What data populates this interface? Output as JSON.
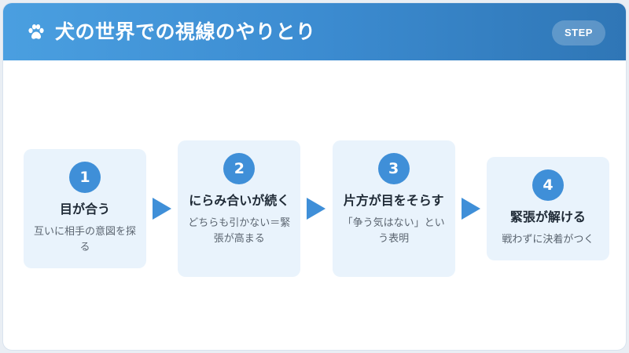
{
  "header": {
    "icon": "paw-icon",
    "title": "犬の世界での視線のやりとり",
    "badge": "STEP"
  },
  "colors": {
    "accent": "#3f8fd8",
    "card_bg": "#e9f3fc",
    "header_start": "#4a9fe0",
    "header_end": "#2f76b6"
  },
  "steps": [
    {
      "number": "1",
      "title": "目が合う",
      "description": "互いに相手の意図を探る"
    },
    {
      "number": "2",
      "title": "にらみ合いが続く",
      "description": "どちらも引かない＝緊張が高まる"
    },
    {
      "number": "3",
      "title": "片方が目をそらす",
      "description": "「争う気はない」という表明"
    },
    {
      "number": "4",
      "title": "緊張が解ける",
      "description": "戦わずに決着がつく"
    }
  ]
}
